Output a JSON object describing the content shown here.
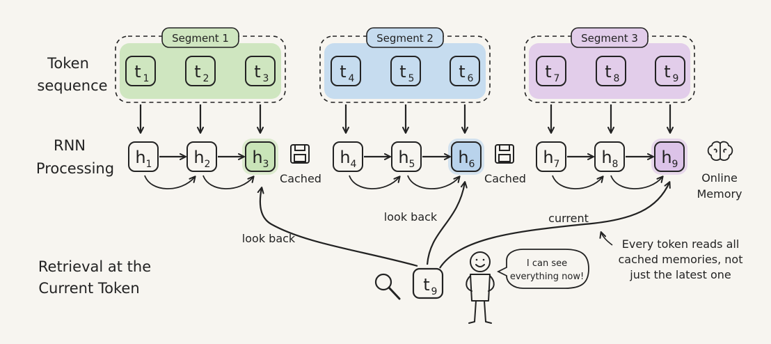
{
  "rows": {
    "token_sequence": [
      "Token",
      "sequence"
    ],
    "rnn_processing": [
      "RNN",
      "Processing"
    ],
    "retrieval": [
      "Retrieval at the",
      "Current Token"
    ]
  },
  "segments": [
    {
      "label": "Segment 1",
      "color": "#cfe6c0",
      "tokens": [
        {
          "base": "t",
          "sub": "1"
        },
        {
          "base": "t",
          "sub": "2"
        },
        {
          "base": "t",
          "sub": "3"
        }
      ]
    },
    {
      "label": "Segment 2",
      "color": "#c6dcef",
      "tokens": [
        {
          "base": "t",
          "sub": "4"
        },
        {
          "base": "t",
          "sub": "5"
        },
        {
          "base": "t",
          "sub": "6"
        }
      ]
    },
    {
      "label": "Segment 3",
      "color": "#e2cdea",
      "tokens": [
        {
          "base": "t",
          "sub": "7"
        },
        {
          "base": "t",
          "sub": "8"
        },
        {
          "base": "t",
          "sub": "9"
        }
      ]
    }
  ],
  "hidden_states": [
    {
      "base": "h",
      "sub": "1"
    },
    {
      "base": "h",
      "sub": "2"
    },
    {
      "base": "h",
      "sub": "3"
    },
    {
      "base": "h",
      "sub": "4"
    },
    {
      "base": "h",
      "sub": "5"
    },
    {
      "base": "h",
      "sub": "6"
    },
    {
      "base": "h",
      "sub": "7"
    },
    {
      "base": "h",
      "sub": "8"
    },
    {
      "base": "h",
      "sub": "9"
    }
  ],
  "cached_label_1": "Cached",
  "cached_label_2": "Cached",
  "online_memory": [
    "Online",
    "Memory"
  ],
  "arrows": {
    "look_back_1": "look back",
    "look_back_2": "look back",
    "current": "current"
  },
  "query_token": {
    "base": "t",
    "sub": "9"
  },
  "speech_bubble": [
    "I can see",
    "everything now!"
  ],
  "note": [
    "Every token reads all",
    "cached memories, not",
    "just the latest one"
  ]
}
